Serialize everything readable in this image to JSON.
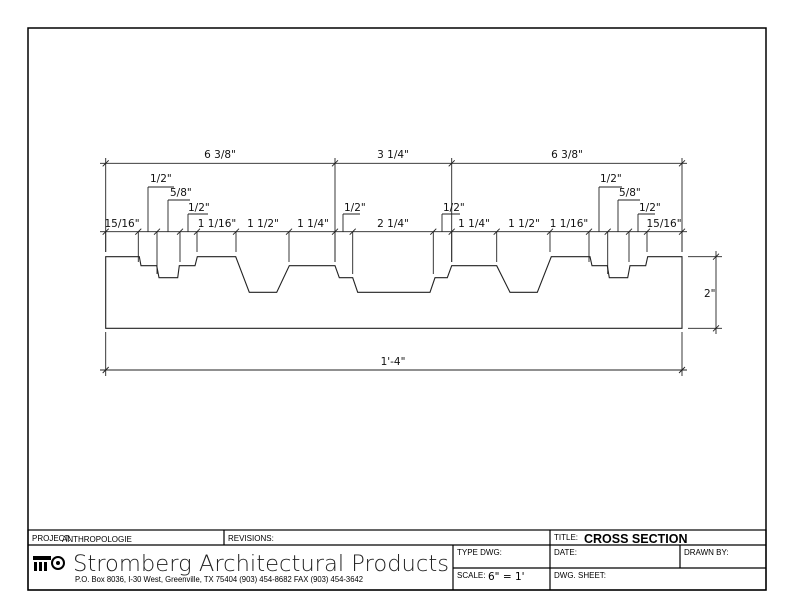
{
  "drawing": {
    "dimensions_top": [
      "6 3/8\"",
      "3 1/4\"",
      "6 3/8\""
    ],
    "dimensions_row": [
      "15/16\"",
      "1 1/16\"",
      "1 1/2\"",
      "1 1/4\"",
      "2 1/4\"",
      "1 1/4\"",
      "1 1/2\"",
      "1 1/16\"",
      "15/16\""
    ],
    "leaders_left": [
      "1/2\"",
      "5/8\"",
      "1/2\"",
      "1/2\""
    ],
    "leaders_right": [
      "1/2\"",
      "1/2\"",
      "5/8\"",
      "1/2\""
    ],
    "overall_width": "1'-4\"",
    "height": "2\""
  },
  "title_block": {
    "project_label": "PROJECT:",
    "project_value": "ANTHROPOLOGIE",
    "revisions_label": "REVISIONS:",
    "title_label": "TITLE:",
    "title_value": "CROSS SECTION",
    "company": "Stromberg Architectural Products",
    "address": "P.O. Box 8036, I-30 West, Greenville, TX 75404   (903) 454-8682   FAX (903) 454-3642",
    "type_dwg_label": "TYPE DWG:",
    "date_label": "DATE:",
    "drawn_by_label": "DRAWN BY:",
    "scale_label": "SCALE:",
    "scale_value": "6\" = 1'",
    "dwg_sheet_label": "DWG. SHEET:"
  }
}
